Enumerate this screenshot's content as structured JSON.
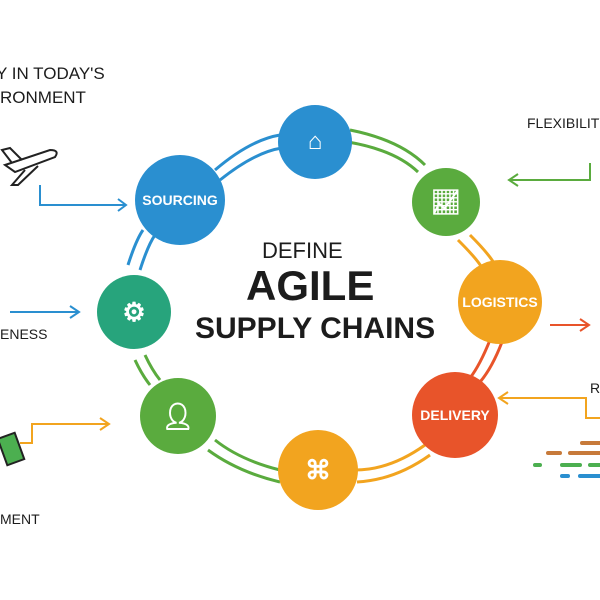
{
  "title": {
    "pre": "DEFINE",
    "main": "AGILE",
    "sub": "SUPPLY CHAINS"
  },
  "nodes": {
    "sourcing": "SOURCING",
    "logistics": "LOGISTICS",
    "delivery": "DELIVERY"
  },
  "side_labels": {
    "top_left_1": "Y IN TODAY'S",
    "top_left_2": "RONMENT",
    "top_right": "FLEXIBILITY",
    "mid_left_1": "ENESS",
    "bottom_left": "MENT",
    "mid_right": "R"
  },
  "colors": {
    "blue": "#2a8fd0",
    "teal": "#27a47c",
    "green": "#5aab3e",
    "orange": "#f2a41f",
    "red": "#e8542a"
  }
}
